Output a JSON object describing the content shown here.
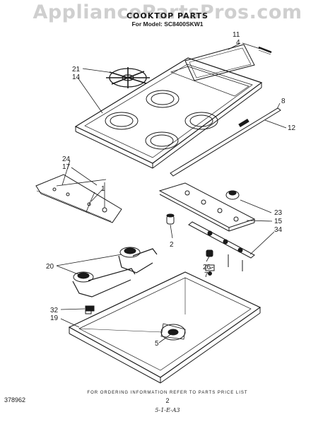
{
  "header": {
    "watermark": "AppliancePartsPros.com",
    "title": "COOKTOP PARTS",
    "model": "For Model: SC8400SKW1"
  },
  "callouts": {
    "n11": "11",
    "n4": "4",
    "n21": "21",
    "n14": "14",
    "n8": "8",
    "n12": "12",
    "n24": "24",
    "n17": "17",
    "n1": "1",
    "n23": "23",
    "n15": "15",
    "n34": "34",
    "n2": "2",
    "n20": "20",
    "n26": "26",
    "n7": "7",
    "n32": "32",
    "n19": "19",
    "n5": "5"
  },
  "footer": {
    "instruction": "FOR ORDERING INFORMATION REFER TO PARTS PRICE LIST",
    "doc_number": "378962",
    "page_number": "2",
    "date_code": "5-1-E-A3"
  }
}
